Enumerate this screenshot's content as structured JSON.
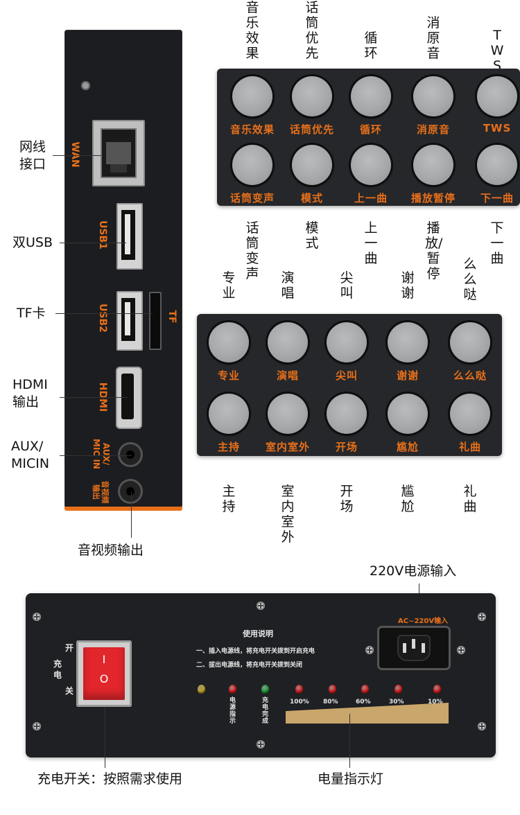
{
  "side_panel": {
    "port_labels": {
      "wan": "WAN",
      "usb1": "USB1",
      "usb2": "USB2",
      "tf": "TF",
      "hdmi": "HDMI",
      "aux": "AUX/\nMIC IN",
      "av_out": "音视频\n输出"
    },
    "callouts": {
      "wan": "网线\n接口",
      "usb": "双USB",
      "tf": "TF卡",
      "hdmi": "HDMI\n输出",
      "aux": "AUX/\nMICIN",
      "av_out": "音视频输出"
    }
  },
  "top_panel": {
    "captions_above": [
      "音乐效果",
      "话筒优先",
      "循环",
      "消原音",
      "TWS"
    ],
    "row1_labels": [
      "音乐效果",
      "话筒优先",
      "循环",
      "消原音",
      "TWS"
    ],
    "row2_labels": [
      "话筒变声",
      "模式",
      "上一曲",
      "播放暂停",
      "下一曲"
    ],
    "captions_below": [
      "话筒变声",
      "模式",
      "上一曲",
      "播放/暂停",
      "下一曲"
    ]
  },
  "middle_panel": {
    "captions_above": [
      "专业",
      "演唱",
      "尖叫",
      "谢谢",
      "么么哒"
    ],
    "row1_labels": [
      "专业",
      "演唱",
      "尖叫",
      "谢谢",
      "么么哒"
    ],
    "row2_labels": [
      "主持",
      "室内室外",
      "开场",
      "尴尬",
      "礼曲"
    ],
    "captions_below": [
      "主持",
      "室内室外",
      "开场",
      "尴尬",
      "礼曲"
    ]
  },
  "back_panel": {
    "power_input_callout": "220V电源输入",
    "power_socket_label": "AC~220V输入",
    "switch_on": "开",
    "switch_off": "关",
    "switch_side": "充\n电",
    "switch_on_mark": "I",
    "switch_off_mark": "O",
    "instructions_title": "使用说明",
    "instructions": [
      "一、插入电源线，将充电开关拨到开启充电",
      "二、拔出电源线，将充电开关拨到关闭"
    ],
    "led_labels": [
      "电源指示",
      "充电完成",
      "100%",
      "80%",
      "60%",
      "30%",
      "10%"
    ],
    "switch_callout": "充电开关：按照需求使用",
    "battery_callout": "电量指示灯",
    "colors": {
      "power_led": "#b8a020",
      "complete_led": "#1f9a3a",
      "level_led": "#d11f1f",
      "switch_red": "#e1262c",
      "accent": "#e8701a"
    }
  }
}
